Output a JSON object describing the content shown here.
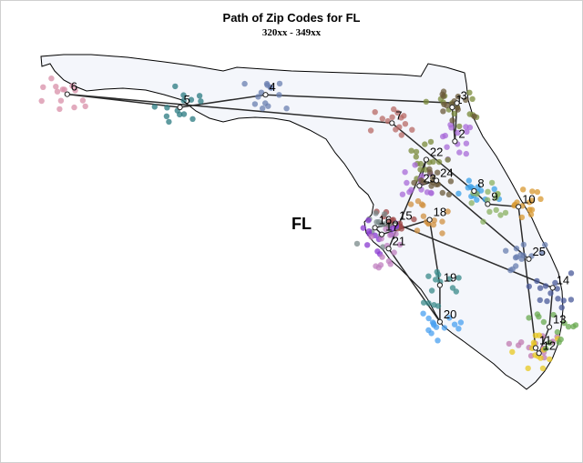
{
  "title": "Path of Zip Codes for FL",
  "subtitle": "320xx - 349xx",
  "state_label": "FL",
  "colors": {
    "land_fill": "#f4f6fb",
    "border": "#000000",
    "path_line": "#2b2b2b",
    "series": [
      "#7a8a3a",
      "#a86ad8",
      "#6b5a3a",
      "#6a7fb0",
      "#2a7a80",
      "#d88fa8",
      "#b86a66",
      "#3aa0e8",
      "#8ab060",
      "#d89830",
      "#c07ab0",
      "#e8c820",
      "#6aaa50",
      "#4a5a9a",
      "#a04a4a",
      "#7a8a8a",
      "#8a3ad0",
      "#d09040",
      "#3a8a8a",
      "#4aa0f0",
      "#c080c0"
    ]
  },
  "chart_data": {
    "type": "scatter",
    "title": "Path of Zip Codes for FL",
    "subtitle": "320xx - 349xx",
    "path_order": [
      "1",
      "2",
      "3",
      "4",
      "5",
      "6",
      "7",
      "8",
      "9",
      "10",
      "11",
      "12",
      "13",
      "14",
      "15",
      "16",
      "17",
      "18",
      "19",
      "20",
      "21",
      "22",
      "23",
      "24",
      "25"
    ],
    "regions": [
      {
        "label": "1",
        "lon": -81.62,
        "lat": 30.2
      },
      {
        "label": "2",
        "lon": -81.58,
        "lat": 29.55
      },
      {
        "label": "3",
        "lon": -81.55,
        "lat": 30.28
      },
      {
        "label": "4",
        "lon": -84.35,
        "lat": 30.44
      },
      {
        "label": "5",
        "lon": -85.6,
        "lat": 30.2
      },
      {
        "label": "6",
        "lon": -87.25,
        "lat": 30.45
      },
      {
        "label": "7",
        "lon": -82.5,
        "lat": 29.9
      },
      {
        "label": "8",
        "lon": -81.3,
        "lat": 28.6
      },
      {
        "label": "9",
        "lon": -81.1,
        "lat": 28.35
      },
      {
        "label": "10",
        "lon": -80.65,
        "lat": 28.3
      },
      {
        "label": "11",
        "lon": -80.4,
        "lat": 25.6
      },
      {
        "label": "12",
        "lon": -80.35,
        "lat": 25.5
      },
      {
        "label": "13",
        "lon": -80.2,
        "lat": 26.0
      },
      {
        "label": "14",
        "lon": -80.15,
        "lat": 26.75
      },
      {
        "label": "15",
        "lon": -82.45,
        "lat": 27.98
      },
      {
        "label": "16",
        "lon": -82.75,
        "lat": 27.9
      },
      {
        "label": "17",
        "lon": -82.65,
        "lat": 27.77
      },
      {
        "label": "18",
        "lon": -81.95,
        "lat": 28.05
      },
      {
        "label": "19",
        "lon": -81.8,
        "lat": 26.8
      },
      {
        "label": "20",
        "lon": -81.8,
        "lat": 26.1
      },
      {
        "label": "21",
        "lon": -82.55,
        "lat": 27.5
      },
      {
        "label": "22",
        "lon": -82.0,
        "lat": 29.2
      },
      {
        "label": "23",
        "lon": -82.1,
        "lat": 28.7
      },
      {
        "label": "24",
        "lon": -81.85,
        "lat": 28.8
      },
      {
        "label": "25",
        "lon": -80.5,
        "lat": 27.3
      }
    ]
  }
}
